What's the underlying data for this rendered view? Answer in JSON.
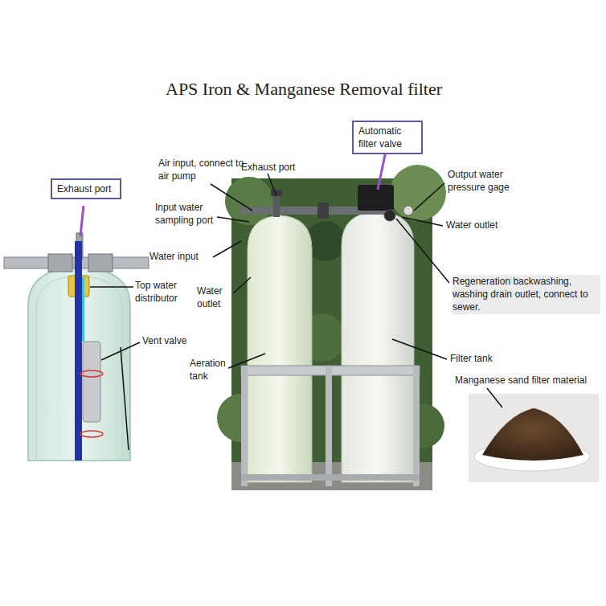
{
  "diagram": {
    "title": "APS Iron & Manganese Removal filter",
    "nodes": [
      {
        "text": [
          "Exhaust port"
        ]
      },
      {
        "text": [
          "Automatic filter valve"
        ]
      }
    ],
    "labels": [
      "Air input, connect to air pump",
      "Exhaust port",
      "Input water sampling port",
      "Water input",
      "Top water distributor",
      "Water outlet",
      "Vent valve",
      "Aeration tank",
      "Output water pressure gage",
      "Water outlet",
      "Regeneration backwashing, washing drain outlet, connect to sewer.",
      "Filter tank",
      "Manganese sand filter material"
    ]
  }
}
